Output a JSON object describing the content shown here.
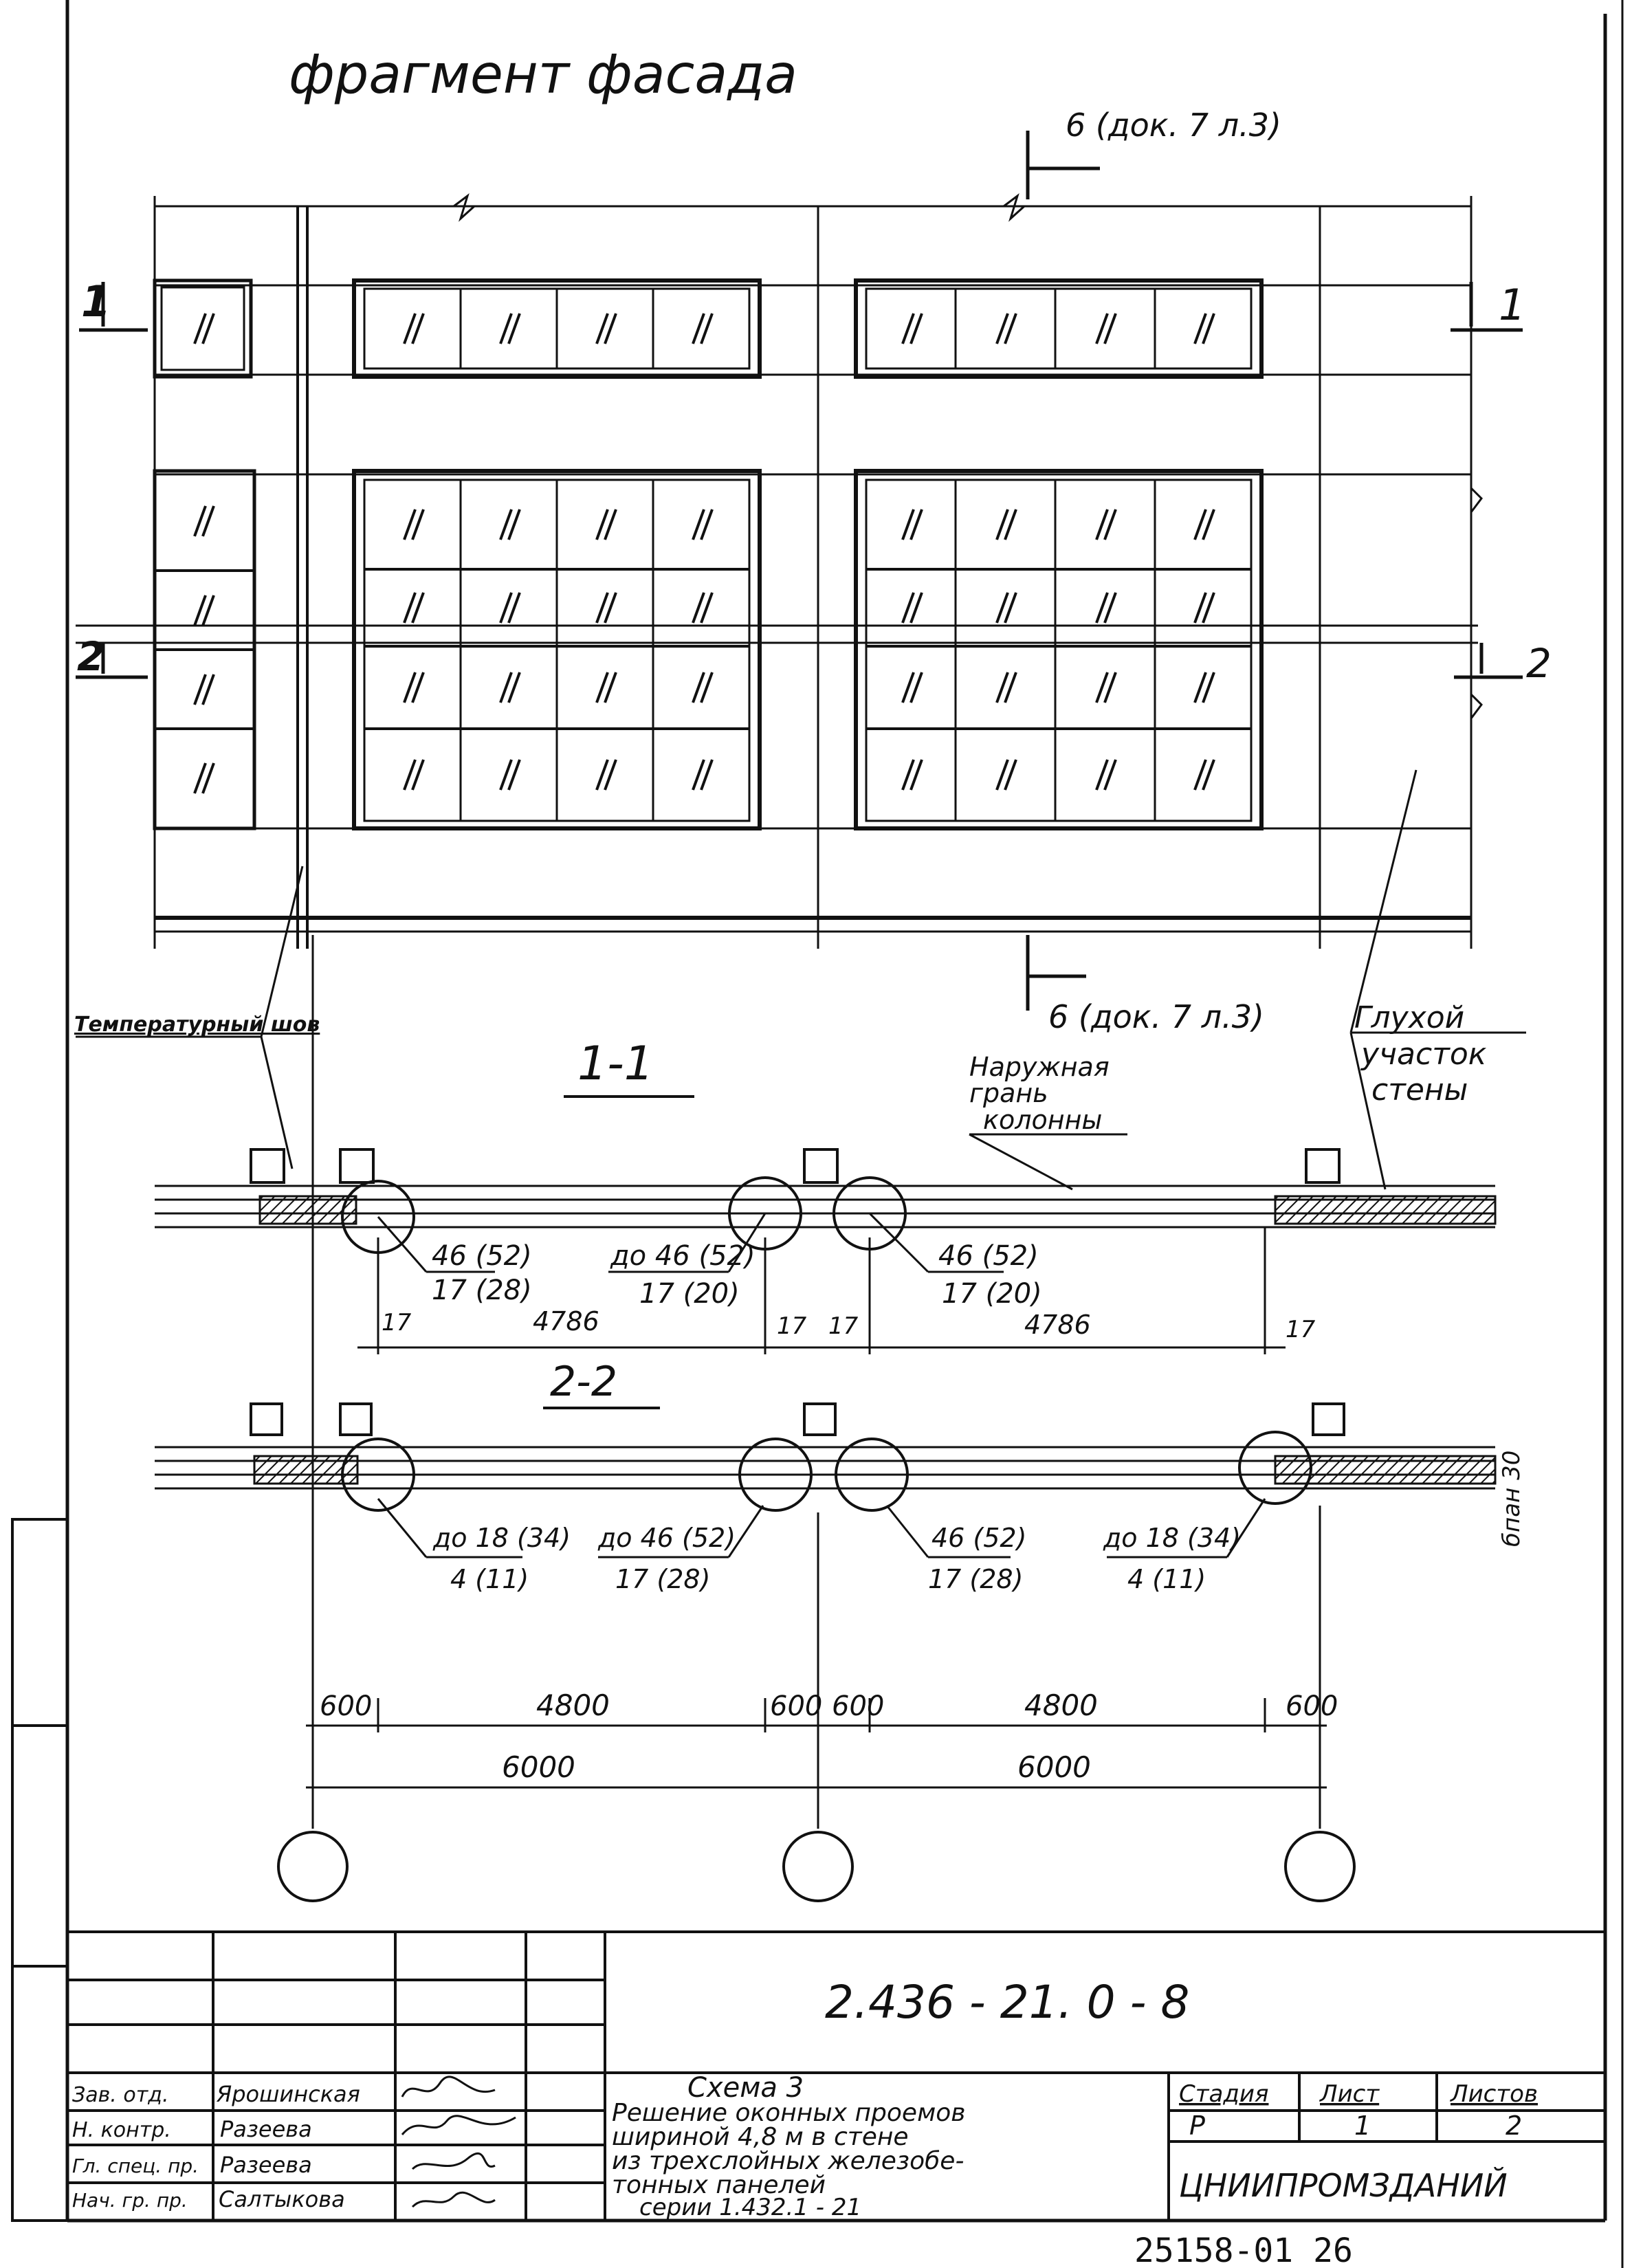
{
  "sheet": {
    "title": "фрагмент фасада",
    "section_ref_top": "6 (док. 7 л.3)",
    "section_ref_bottom": "6 (док. 7 л.3)",
    "cut_marks": {
      "c1_left": "1",
      "c1_right": "1",
      "c2_left": "2",
      "c2_right": "2"
    },
    "notes": {
      "temp_seam": "Температурный шов",
      "outer_face_line1": "Наружная",
      "outer_face_line2": "грань",
      "outer_face_line3": "колонны",
      "blank_wall_line1": "Глухой",
      "blank_wall_line2": "участок",
      "blank_wall_line3": "стены"
    },
    "section_11": {
      "label": "1-1",
      "callouts": [
        "46 (52)",
        "17 (28)",
        "до 46 (52)",
        "17 (20)",
        "46 (52)",
        "17 (20)"
      ],
      "dims": [
        "17",
        "4786",
        "17",
        "17",
        "4786",
        "17"
      ]
    },
    "section_22": {
      "label": "2-2",
      "callouts": [
        "до 18 (34)",
        "4 (11)",
        "до 46 (52)",
        "17 (28)",
        "46 (52)",
        "17 (28)",
        "до 18 (34)",
        "4 (11)"
      ],
      "side_note": "бпан 30"
    },
    "bottom_dims": {
      "row1": [
        "600",
        "4800",
        "600",
        "600",
        "4800",
        "600"
      ],
      "row2": [
        "6000",
        "6000"
      ]
    }
  },
  "title_block": {
    "doc_code": "2.436 - 21. 0 - 8",
    "roles": [
      "Зав. отд.",
      "Н. контр.",
      "Гл. спец. пр.",
      "Нач. гр. пр."
    ],
    "names": [
      "Ярошинская",
      "Разеева",
      "Разеева",
      "Салтыкова"
    ],
    "description_lines": [
      "Схема 3",
      "Решение оконных проемов",
      "шириной 4,8 м в стене",
      "из трехслойных железобе-",
      "тонных панелей",
      "серии 1.432.1 - 21"
    ],
    "stage_header": "Стадия",
    "sheet_header": "Лист",
    "sheets_header": "Листов",
    "stage": "Р",
    "sheet": "1",
    "sheets": "2",
    "organization": "ЦНИИПРОМЗДАНИЙ"
  },
  "footer_stamp": "25158-01 26"
}
